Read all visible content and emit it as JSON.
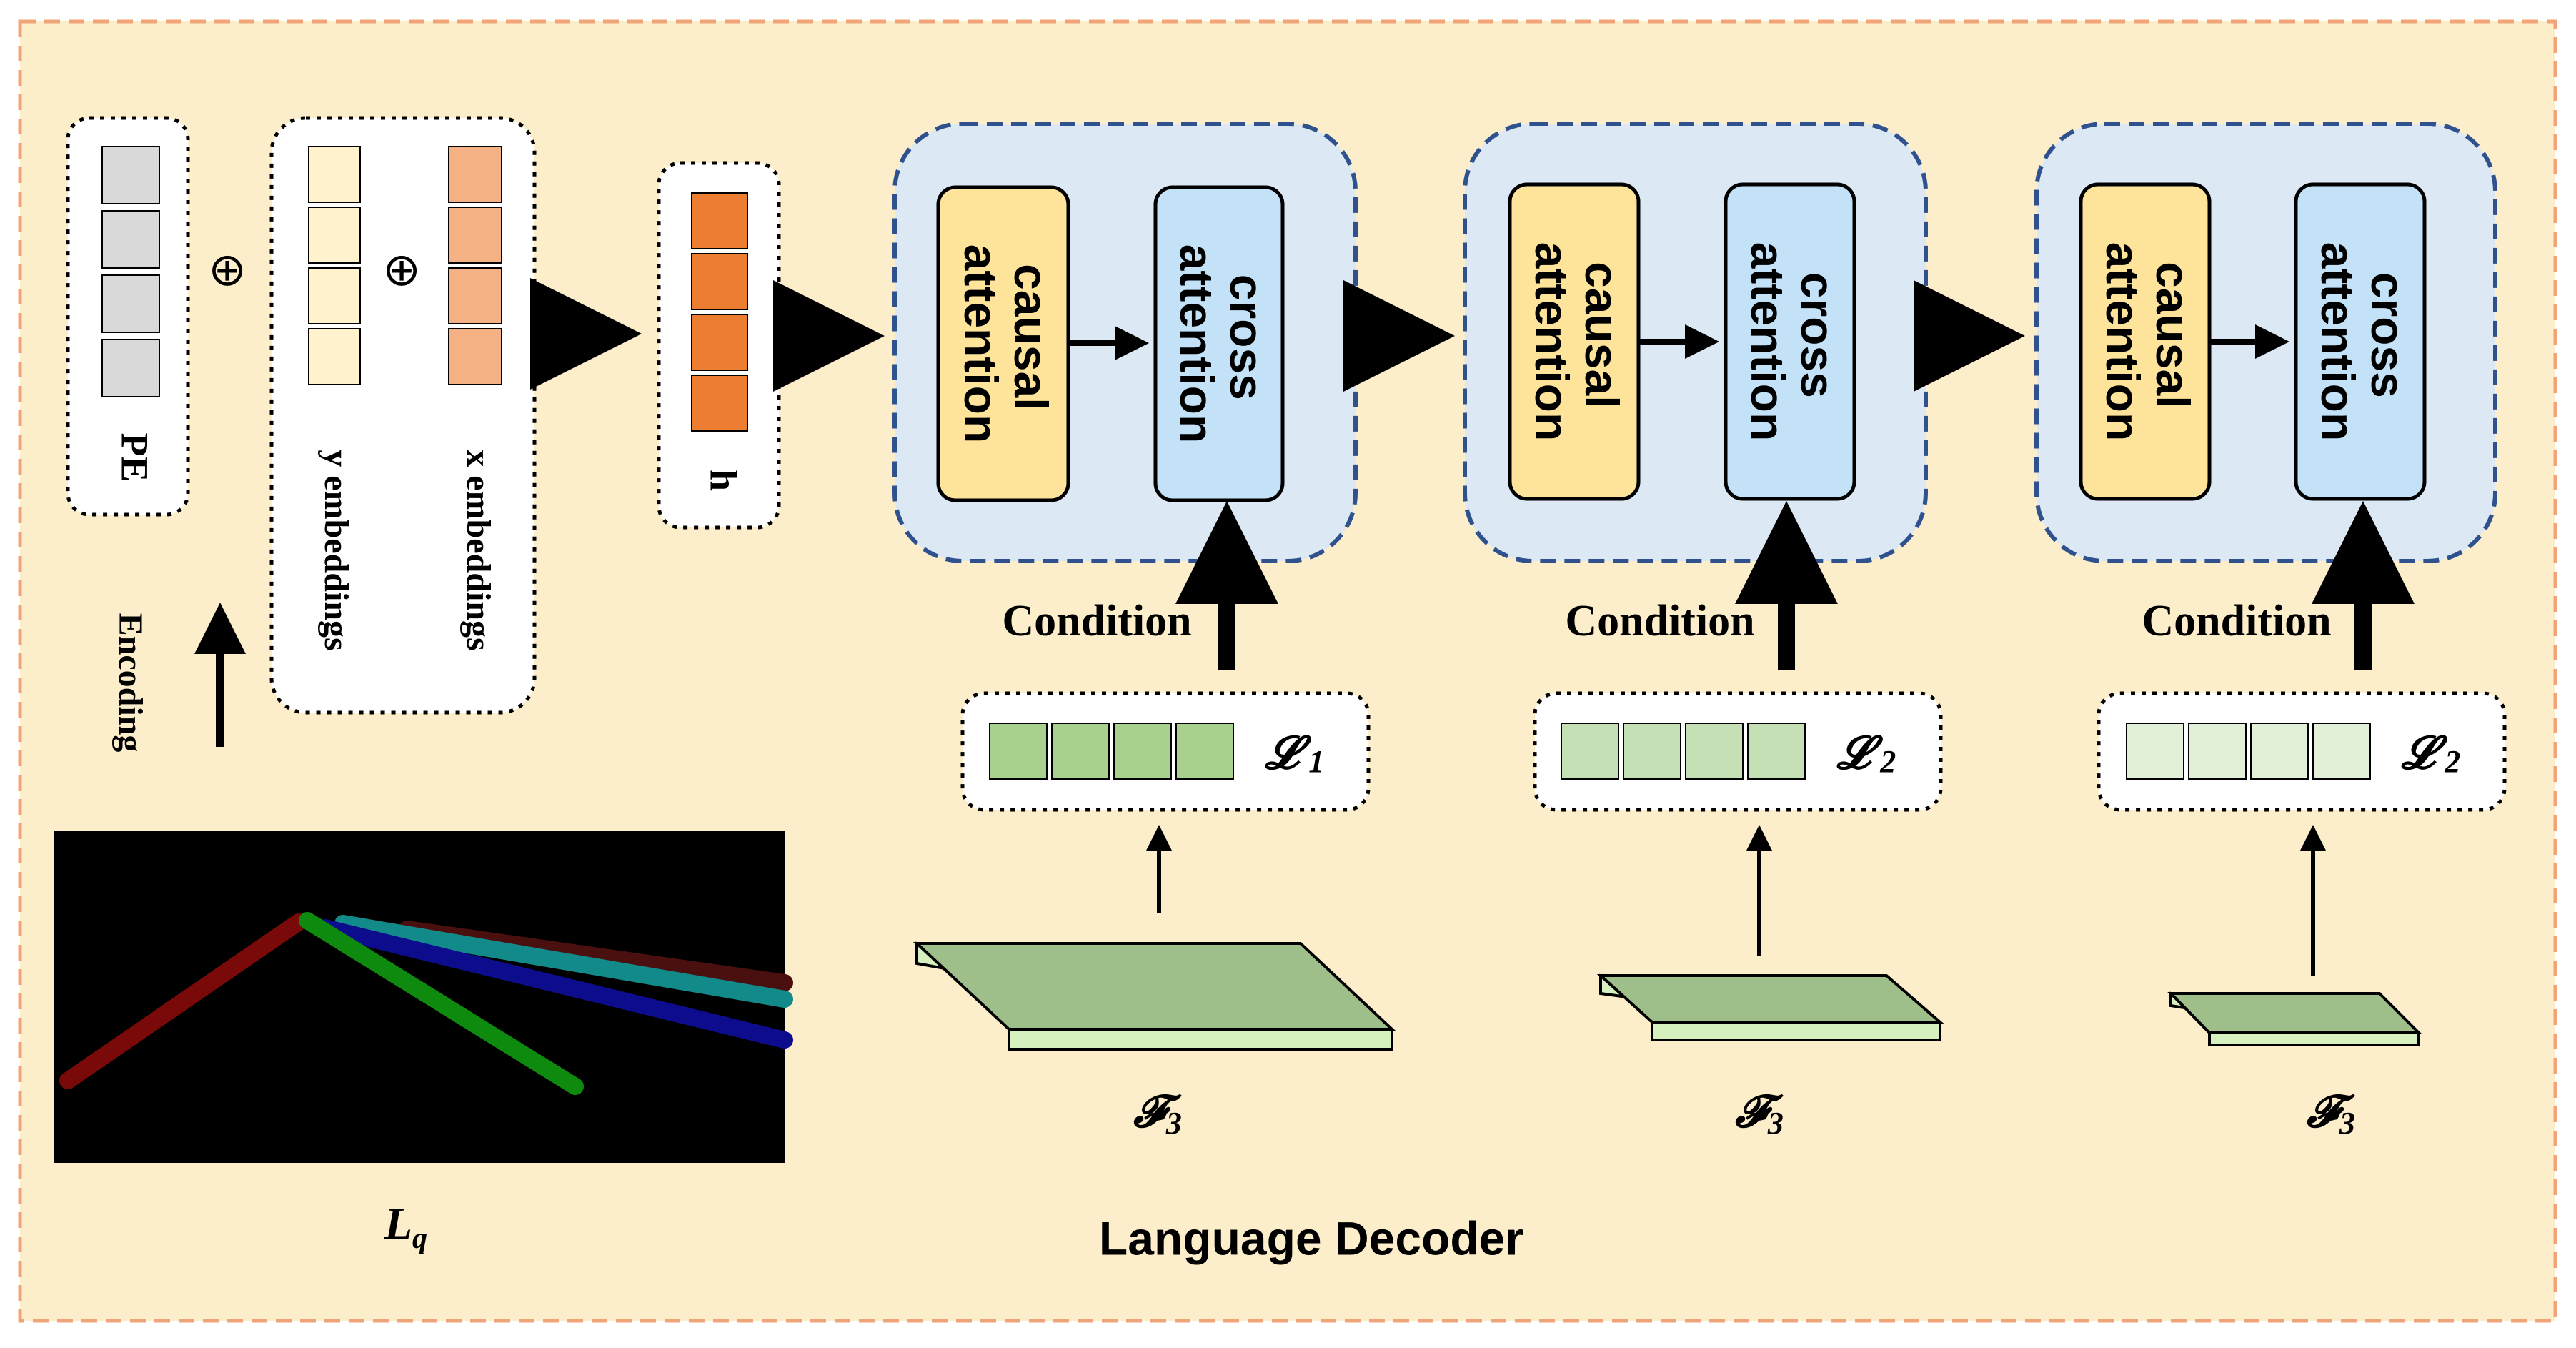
{
  "title": "Language Decoder",
  "colors": {
    "background": "#fdeecb",
    "frame_border": "#f0a477",
    "block_fill": "#dce8f3",
    "block_border": "#2f528f",
    "causal_fill": "#fde49a",
    "cross_fill": "#c3e2f7",
    "x_embedding": "#f4b183",
    "y_embedding": "#fff2cc",
    "pe": "#d9d9d9",
    "h": "#ed7d31",
    "green_1": "#a9d18e",
    "green_2": "#c5e0b4",
    "green_3": "#e2f0d9",
    "plane_top": "#9fbf8a",
    "plane_side": "#d6f0c0"
  },
  "input": {
    "pe_label": "PE",
    "y_embeddings_label": "y embeddings",
    "x_embeddings_label": "x embeddings",
    "plus_symbol": "⊕",
    "encoding_label": "Encoding",
    "h_label": "h",
    "lq_label": "L",
    "lq_subscript": "q"
  },
  "decoder_blocks": [
    {
      "causal_label_1": "causal",
      "causal_label_2": "attention",
      "cross_label_1": "cross",
      "cross_label_2": "attention",
      "condition_label": "Condition",
      "feature_label": "𝓛",
      "feature_subscript": "1",
      "plane_label": "𝓕",
      "plane_subscript": "3"
    },
    {
      "causal_label_1": "causal",
      "causal_label_2": "attention",
      "cross_label_1": "cross",
      "cross_label_2": "attention",
      "condition_label": "Condition",
      "feature_label": "𝓛",
      "feature_subscript": "2",
      "plane_label": "𝓕",
      "plane_subscript": "3"
    },
    {
      "causal_label_1": "causal",
      "causal_label_2": "attention",
      "cross_label_1": "cross",
      "cross_label_2": "attention",
      "condition_label": "Condition",
      "feature_label": "𝓛",
      "feature_subscript": "2",
      "plane_label": "𝓕",
      "plane_subscript": "3"
    }
  ]
}
